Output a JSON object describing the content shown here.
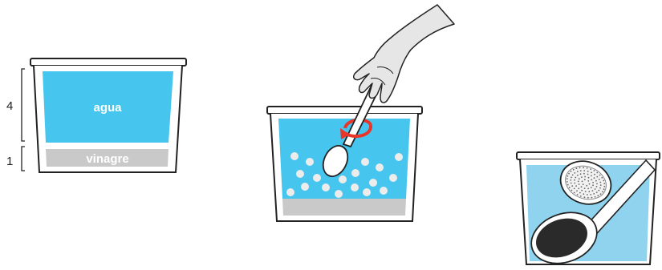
{
  "panel1": {
    "ratio_water": "4",
    "ratio_vinegar": "1",
    "water_label": "agua",
    "vinegar_label": "vinagre"
  },
  "panel2": {
    "icon": "hand-stirring-spoon"
  },
  "panel3": {
    "icon": "showerhead-soaking"
  },
  "colors": {
    "water": "#46c6ee",
    "water_light": "#8fd3ee",
    "vinegar": "#c9c9c9",
    "bubble": "#ececec",
    "stir_arrow": "#e8362b",
    "outline": "#222222"
  }
}
